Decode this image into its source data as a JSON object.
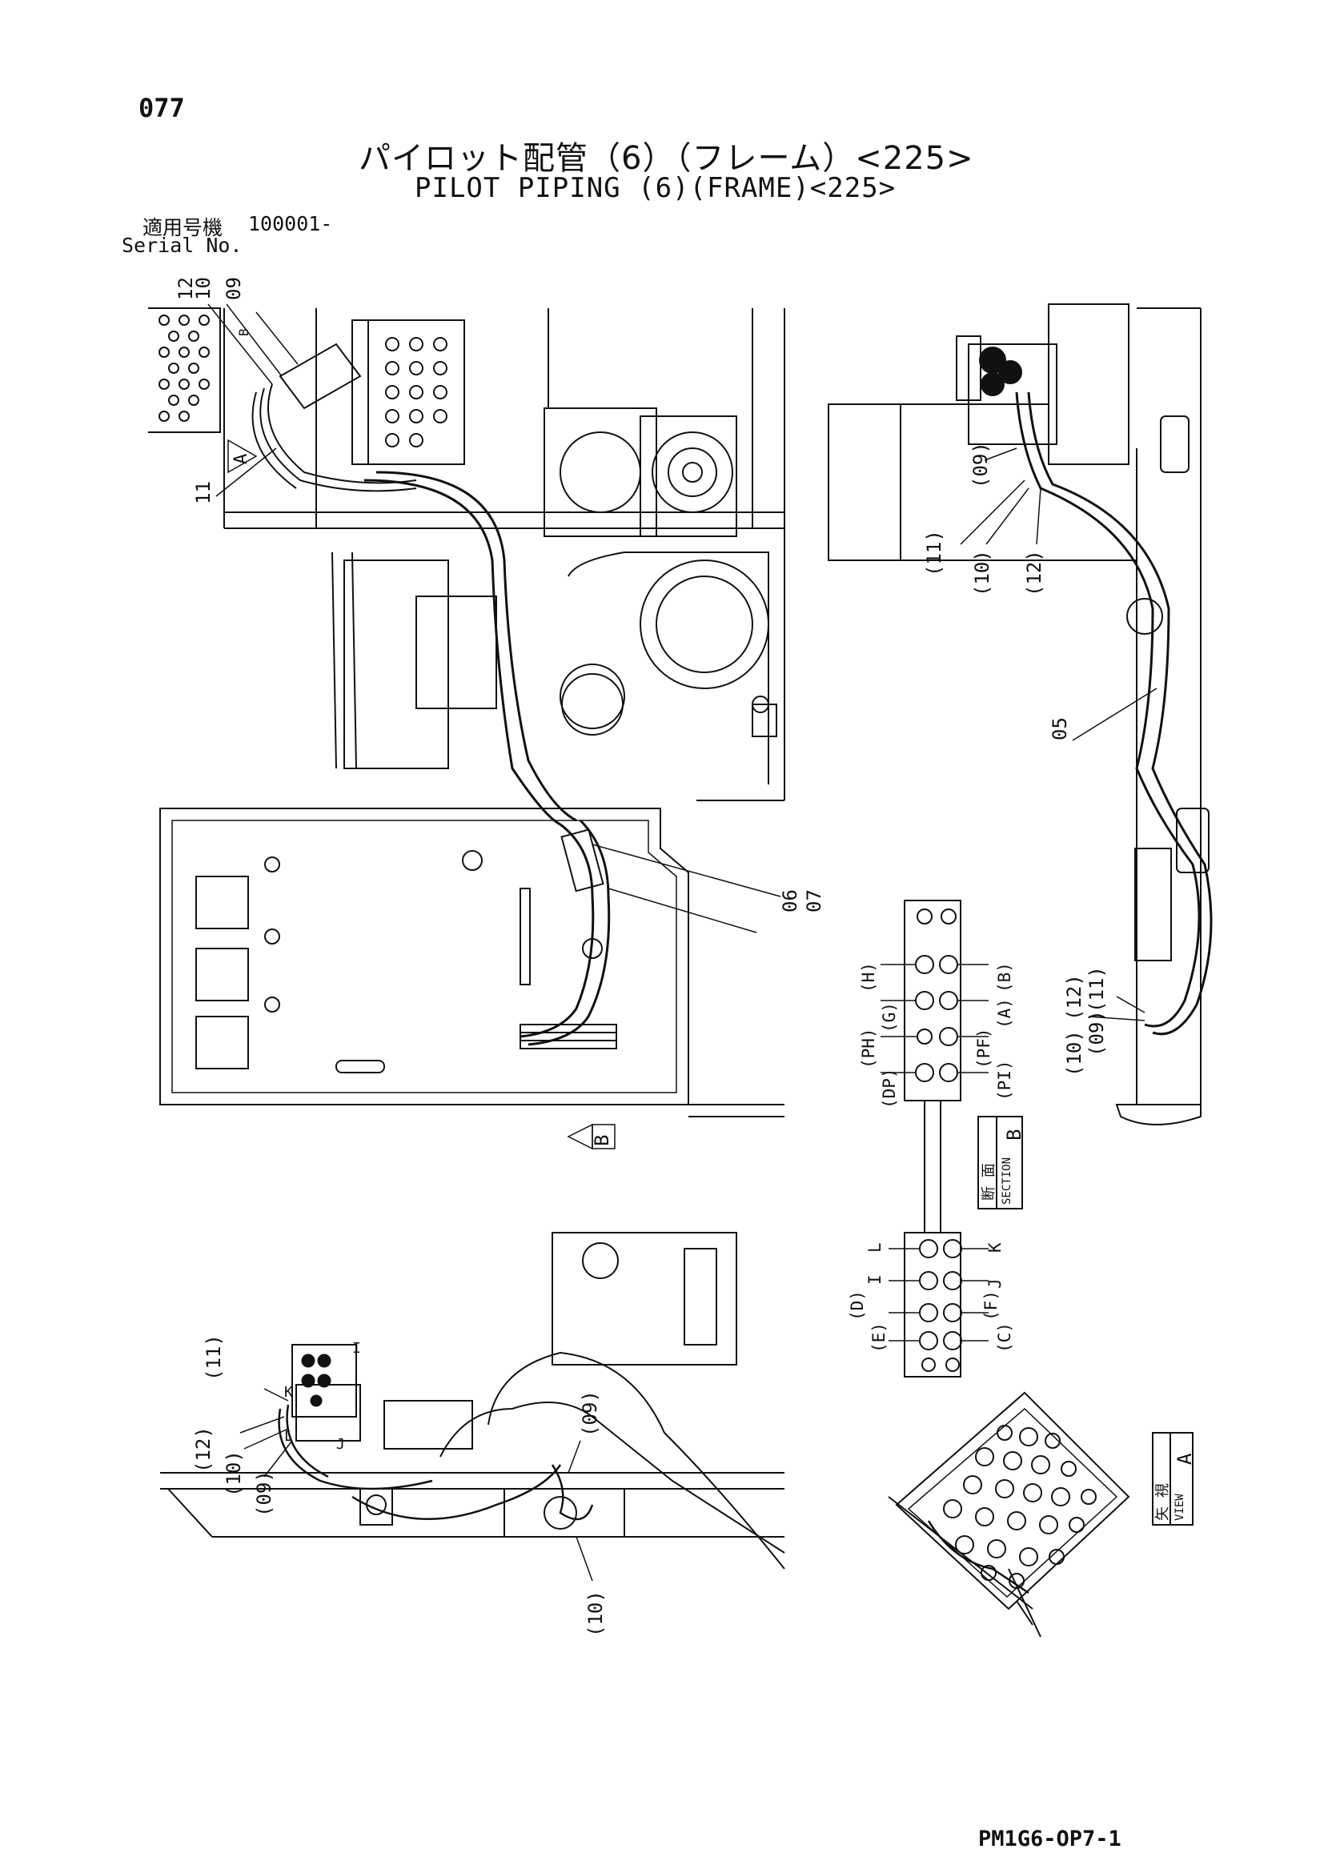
{
  "header": {
    "page_number": "077",
    "title_jp": "パイロット配管（6）（フレーム）<225>",
    "title_en": "PILOT PIPING (6)(FRAME)<225>",
    "serial_label_jp": "適用号機",
    "serial_value": "100001-",
    "serial_label_en": "Serial No."
  },
  "callouts_top_left": {
    "c12": "12",
    "c10": "10",
    "c09": "09",
    "c11": "11",
    "arrow_a": "A",
    "marker_b": "B"
  },
  "callouts_main": {
    "c07": "07",
    "c06": "06",
    "view_b_arrow": "B"
  },
  "callouts_right": {
    "c09": "(09)",
    "c11": "(11)",
    "c10": "(10)",
    "c12": "(12)",
    "c05": "05",
    "lower_c11": "(11)",
    "lower_c12": "(12)",
    "lower_c09": "(09)",
    "lower_c10": "(10)"
  },
  "section_b": {
    "label_jp": "断 面",
    "label_en": "SECTION",
    "letter": "B",
    "ports_left_top": [
      "(H)",
      "(G)",
      "(PH)",
      "(DP)"
    ],
    "ports_right_top": [
      "(B)",
      "(A)",
      "(PF)",
      "(PI)"
    ],
    "ports_left_bottom": [
      "L",
      "I",
      "(D)",
      "(E)"
    ],
    "ports_right_bottom": [
      "K",
      "J",
      "(F)",
      "(C)"
    ]
  },
  "callouts_bottom_left": {
    "c11": "(11)",
    "c12": "(12)",
    "c10": "(10)",
    "c09": "(09)",
    "c09b": "(09)",
    "c10b": "(10)",
    "port_k": "K",
    "port_l": "L",
    "port_j": "J",
    "port_i": "I"
  },
  "view_a": {
    "label_jp": "矢 視",
    "label_en": "VIEW",
    "letter": "A"
  },
  "footer": {
    "document_code": "PM1G6-OP7-1"
  }
}
